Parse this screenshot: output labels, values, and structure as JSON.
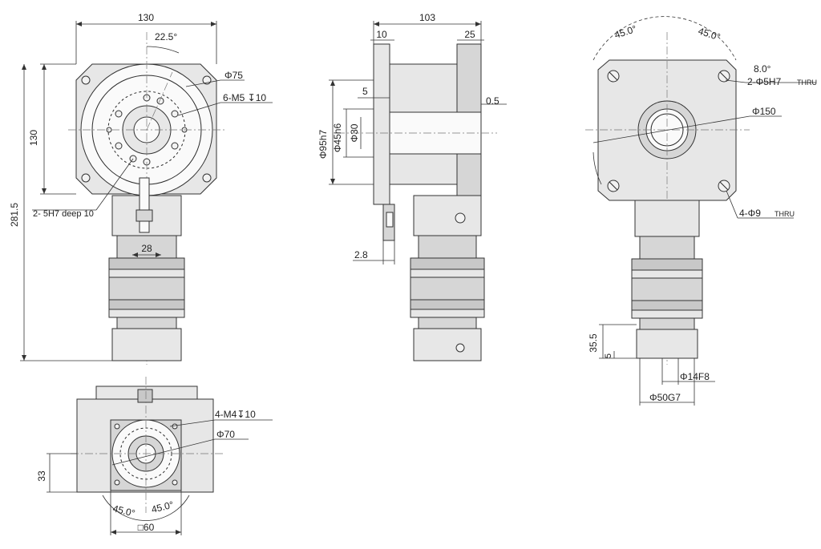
{
  "front_view": {
    "dim_width": "130",
    "dim_height": "130",
    "dim_total_height": "281.5",
    "angle": "22.5°",
    "bore_dia": "Φ75",
    "tapped_holes": "6-M5 ↧10",
    "pin_holes": "2- 5H7 deep 10",
    "key_width": "28"
  },
  "side_view": {
    "dim_length": "103",
    "dim_flange": "10",
    "dim_hub": "25",
    "dim_offset": "5",
    "dim_gap": "0.5",
    "dia_pilot": "Φ95h7",
    "dia_hub": "Φ45h6",
    "dia_shaft": "Φ30",
    "dim_bracket": "2.8"
  },
  "back_view": {
    "angle_left": "45.0°",
    "angle_right": "45.0°",
    "angle_small": "8.0°",
    "pin_holes": "2-Φ5H7",
    "pin_holes_suffix": "THRU",
    "pcd": "Φ150",
    "mount_holes": "4-Φ9",
    "mount_holes_suffix": "THRU",
    "dim_shaft_len": "35.5",
    "dim_shaft_step": "5",
    "dia_input": "Φ14F8",
    "dia_spigot": "Φ50G7"
  },
  "bottom_view": {
    "tapped_holes": "4-M4↧10",
    "pcd": "Φ70",
    "dim_height": "33",
    "angle_left": "45.0°",
    "angle_right": "45.0°",
    "square": "□60"
  }
}
